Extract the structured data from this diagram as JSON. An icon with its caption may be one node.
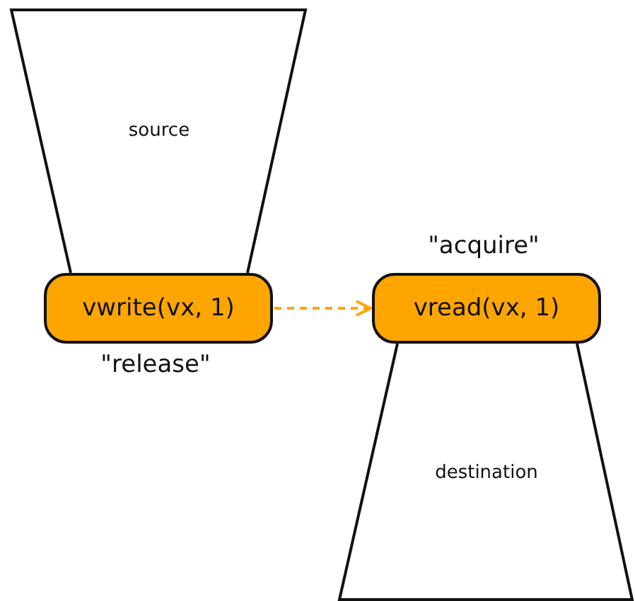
{
  "diagram": {
    "nodes": [
      {
        "text": [
          "source"
        ]
      },
      {
        "text": [
          "vwrite(vx, 1)"
        ],
        "beside": [
          "\"release\""
        ]
      },
      {
        "text": [
          "vread(vx, 1)"
        ],
        "beside": [
          "\"acquire\""
        ]
      },
      {
        "text": [
          "destination"
        ]
      }
    ],
    "edges": [
      {
        "from": 1,
        "to": 2,
        "arrow": "to",
        "style": "dashed",
        "color": "#ffa500"
      }
    ]
  }
}
